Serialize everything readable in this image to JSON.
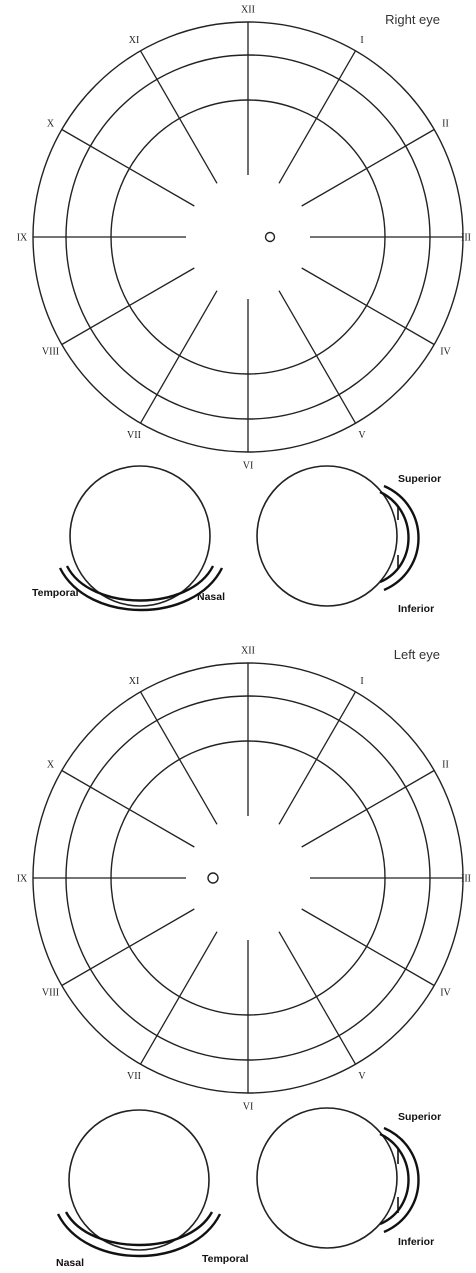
{
  "panels": [
    {
      "title": "Right eye",
      "clock_hours": [
        "XII",
        "I",
        "II",
        "III",
        "IV",
        "V",
        "VI",
        "VII",
        "VIII",
        "IX",
        "X",
        "XI"
      ],
      "views": [
        {
          "labels": [
            "Temporal",
            "Nasal"
          ]
        },
        {
          "labels": [
            "Superior",
            "Inferior"
          ]
        }
      ]
    },
    {
      "title": "Left eye",
      "clock_hours": [
        "XII",
        "I",
        "II",
        "III",
        "IV",
        "V",
        "VI",
        "VII",
        "VIII",
        "IX",
        "X",
        "XI"
      ],
      "views": [
        {
          "labels": [
            "Nasal",
            "Temporal"
          ]
        },
        {
          "labels": [
            "Superior",
            "Inferior"
          ]
        }
      ]
    }
  ]
}
